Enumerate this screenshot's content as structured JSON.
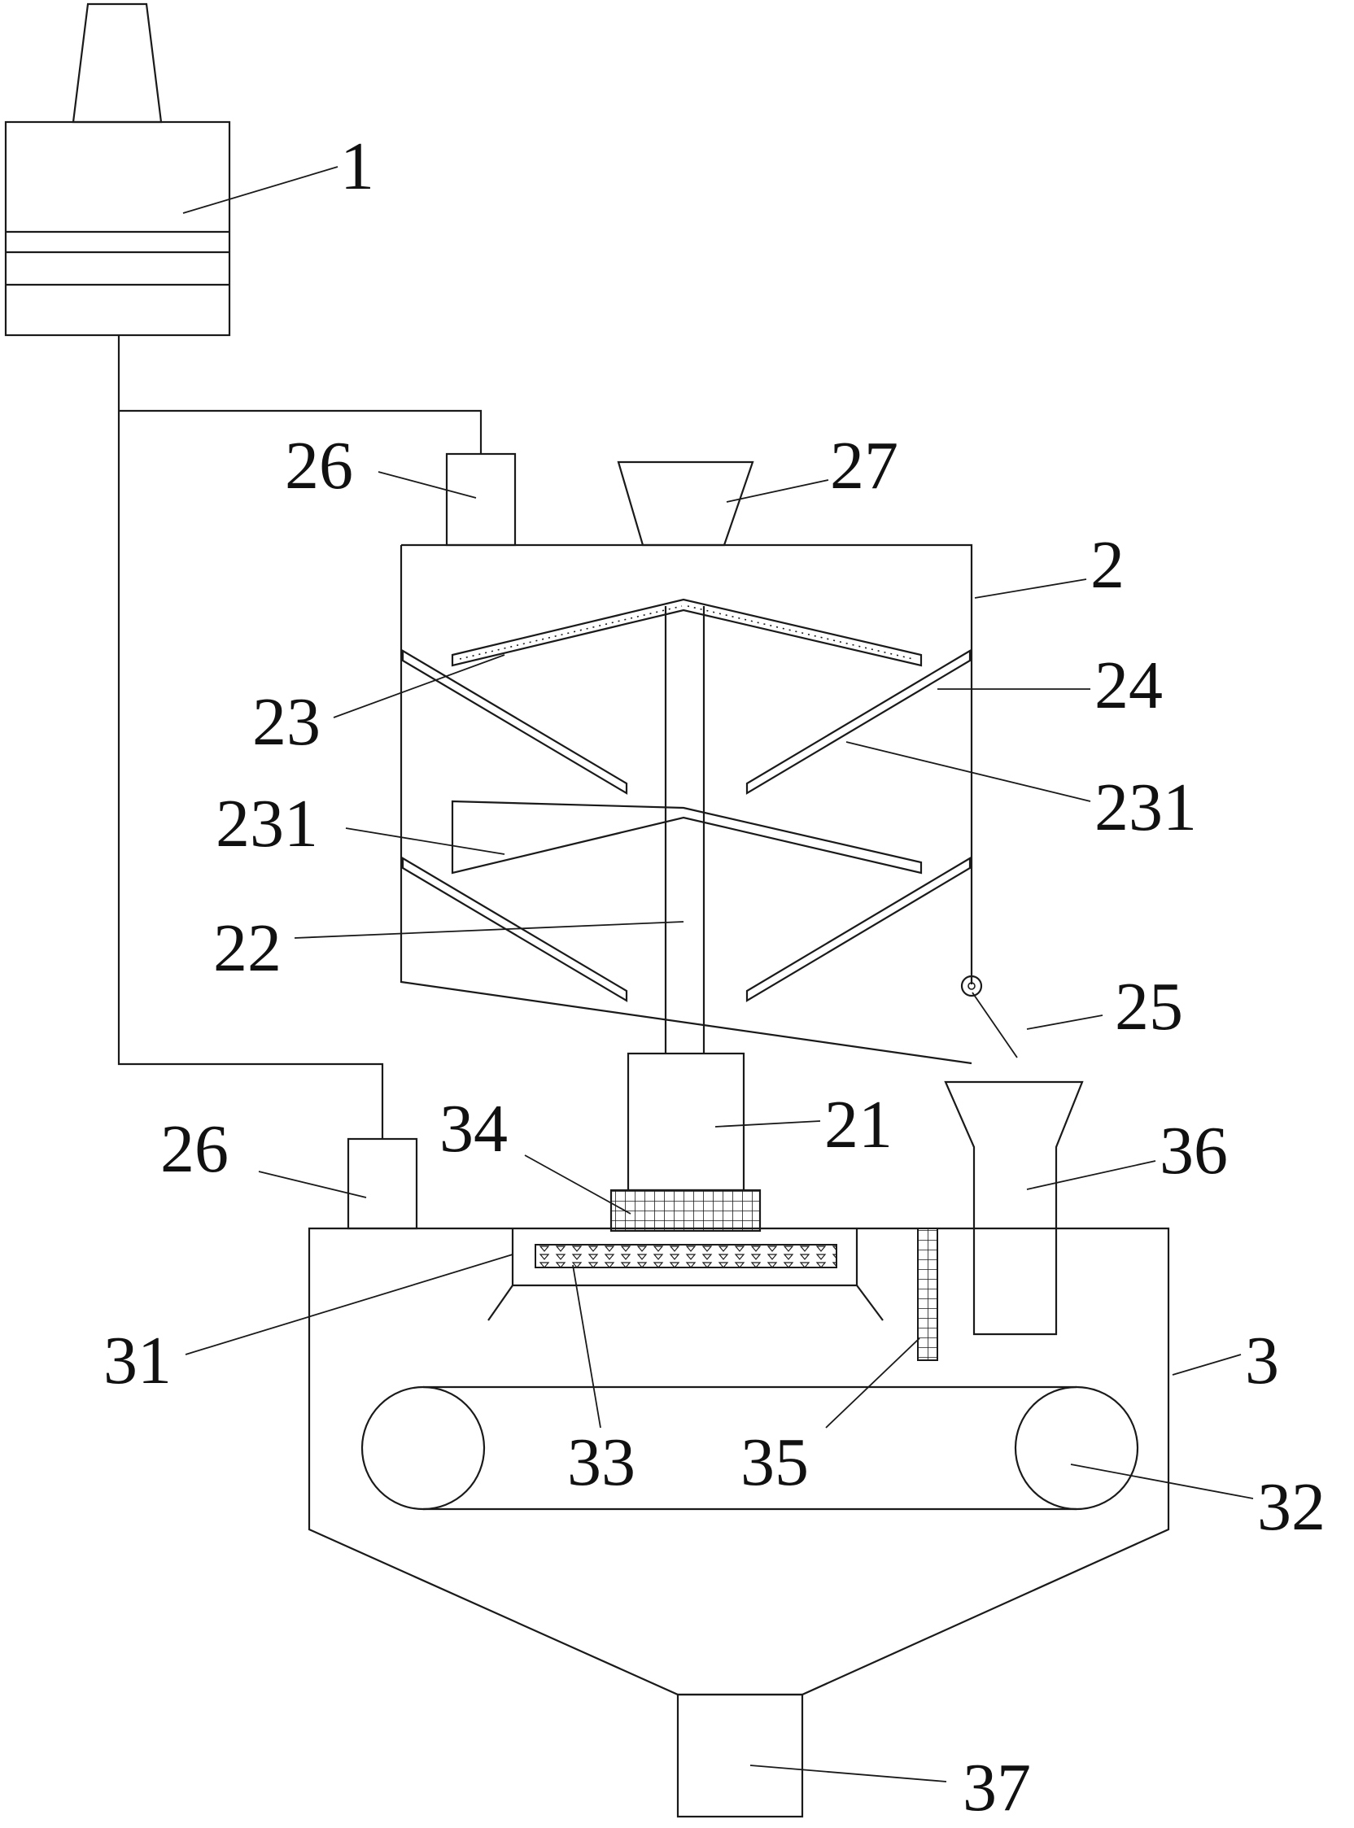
{
  "labels": {
    "l1": "1",
    "l2": "2",
    "l3": "3",
    "l21": "21",
    "l22": "22",
    "l23": "23",
    "l24": "24",
    "l25": "25",
    "l26a": "26",
    "l26b": "26",
    "l27": "27",
    "l31": "31",
    "l32": "32",
    "l33": "33",
    "l34": "34",
    "l35": "35",
    "l36": "36",
    "l37": "37",
    "l231a": "231",
    "l231b": "231"
  },
  "colors": {
    "stroke": "#1a1a1a",
    "background": "#ffffff"
  }
}
